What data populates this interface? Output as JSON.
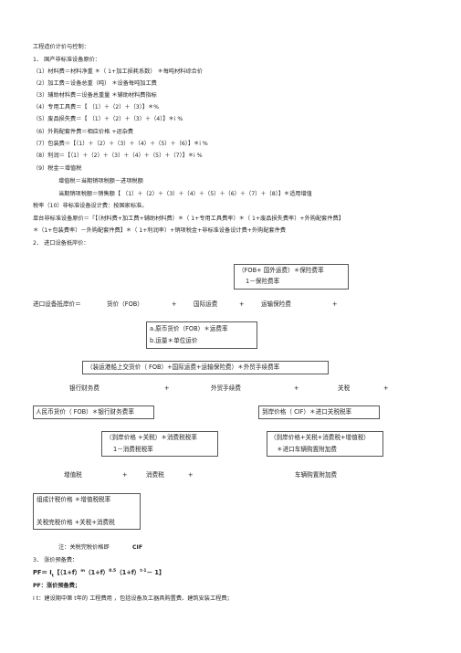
{
  "doc": {
    "title": "工程造价计价与控制：",
    "s1": {
      "heading": "1．  国产非标准设备原价：",
      "items": [
        "（1）材料费＝材料净重   ＊（ 1+加工损耗系数）  ＊每吨材料综合价",
        "（2）加工费＝设备总重（吨）  ＊设备每吨加工费",
        "（3）辅助材料费＝设备总重量   ＊辅助材料费指标",
        "（4）专用工具费＝【  （1）＋（2）＋（3）】＊%",
        "（5）废品损失费＝【  （1）＋（2）＋（3）＋（4）】＊i %",
        "（6）外购配套件费＝相应价格   +运杂费",
        "（7）包装费＝【（1）＋（2）＋（3）＋（4）＋（5）＋（6）】＊i %",
        "（8）利润＝【（1）＋（2）＋（3）＋（4）＋（5）＋（7）】＊i %",
        "（9）税金＝增值税"
      ],
      "vat1": "增值税＝当期销项税额－进项税额",
      "vat2": "当期销项税额＝销售额【  （1）＋（2）＋（3）＋（4）＋（5）＋（6）＋（7）＋（8）】＊适用增值",
      "vat3": "税率（10）非标准设备设计费：按国家标准。",
      "unit1": "单台非标准设备原价＝『【（材料费+加工费+辅助材料费）＊（ 1+专用工具费率）＊（ 1+废品损失费率）+外购配套件费】",
      "unit2": "＊（1+包装费率）－外购配套件费】＊（ 1+利润率）+销项税金+非标准设备设计费+外购配套件费"
    },
    "s2": {
      "heading": "2．  进口设备抵岸价：",
      "box1_l1": "（FOB+ 国外运费）＊保险费率",
      "box1_l2": "1－保险费率",
      "main_line": {
        "c1": "进口设备抵岸价＝",
        "c2": "货价（FOB）",
        "c3": "+",
        "c4": "国际运费",
        "c5": "+",
        "c6": "运输保险费",
        "c7": "+"
      },
      "box2_l1": "a.原币货价（FOB）＊运费率",
      "box2_l2": "b.运量＊单位运价",
      "box3": "（装运港船上交货价（      FOB）+国际运费+运输保险费）＊外贸手续费率",
      "line2": {
        "c1": "银行财务费",
        "c2": "+",
        "c3": "外贸手续费",
        "c4": "+",
        "c5": "关税",
        "c6": "+"
      },
      "box4": "人民币货价（   FOB）＊银行财务费率",
      "box5": "到岸价格（    CIF）＊进口关税税率",
      "box6_l1": "（到岸价格 +关税）＊消费税税率",
      "box6_l2": "1－消费税税率",
      "box7_l1": "（到岸价格+关税+消费税+增值税）",
      "box7_l2": "＊进口车辆购置附加费",
      "line3": {
        "c1": "增值税",
        "c2": "+",
        "c3": "消费税",
        "c4": "+",
        "c5": "车辆购置附加费"
      },
      "box8_l1": "组成计税价格  ＊增值税税率",
      "box8_l2": "关税完税价格  +关税+消费税",
      "note_label": "注：关税完税价格即",
      "note_val": "CIF"
    },
    "s3": {
      "heading": "3．  涨价预备费：",
      "formula": {
        "lhs": "PF＝ I",
        "sub": "t",
        "a": "【（1+f）",
        "sup_m": "m",
        "b": "（1+f）",
        "sup_half": "0.5",
        "c": "（1+f）",
        "sup_t1": "t-1",
        "d": "－ 1】"
      },
      "pf_def": "PF：涨价预备费；",
      "it_def": "I t：建设期中第    t年的  工程费用  ，包括设备及工器具购置费、建筑安装工程费；"
    }
  }
}
